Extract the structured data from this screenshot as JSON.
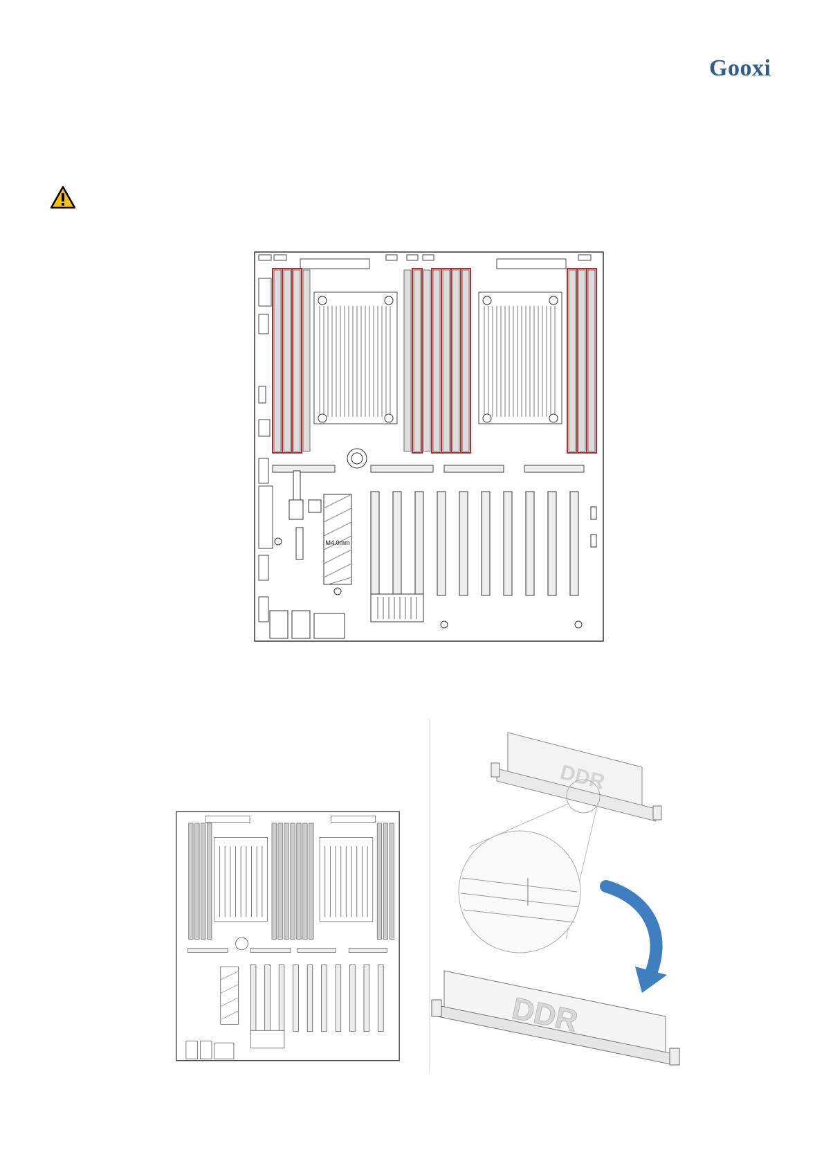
{
  "header": {
    "brand": "Gooxi",
    "brand_color": "#2f5d8f"
  },
  "warning": {
    "icon": "warning-triangle-icon",
    "fill": "#f4c20d"
  },
  "figures": {
    "board": {
      "m2_label": "M4.0mm",
      "highlight_color": "#c0282d"
    },
    "ddr": {
      "top_label": "DDR",
      "bottom_label": "DDR",
      "arrow_color": "#3f7fc0"
    }
  }
}
